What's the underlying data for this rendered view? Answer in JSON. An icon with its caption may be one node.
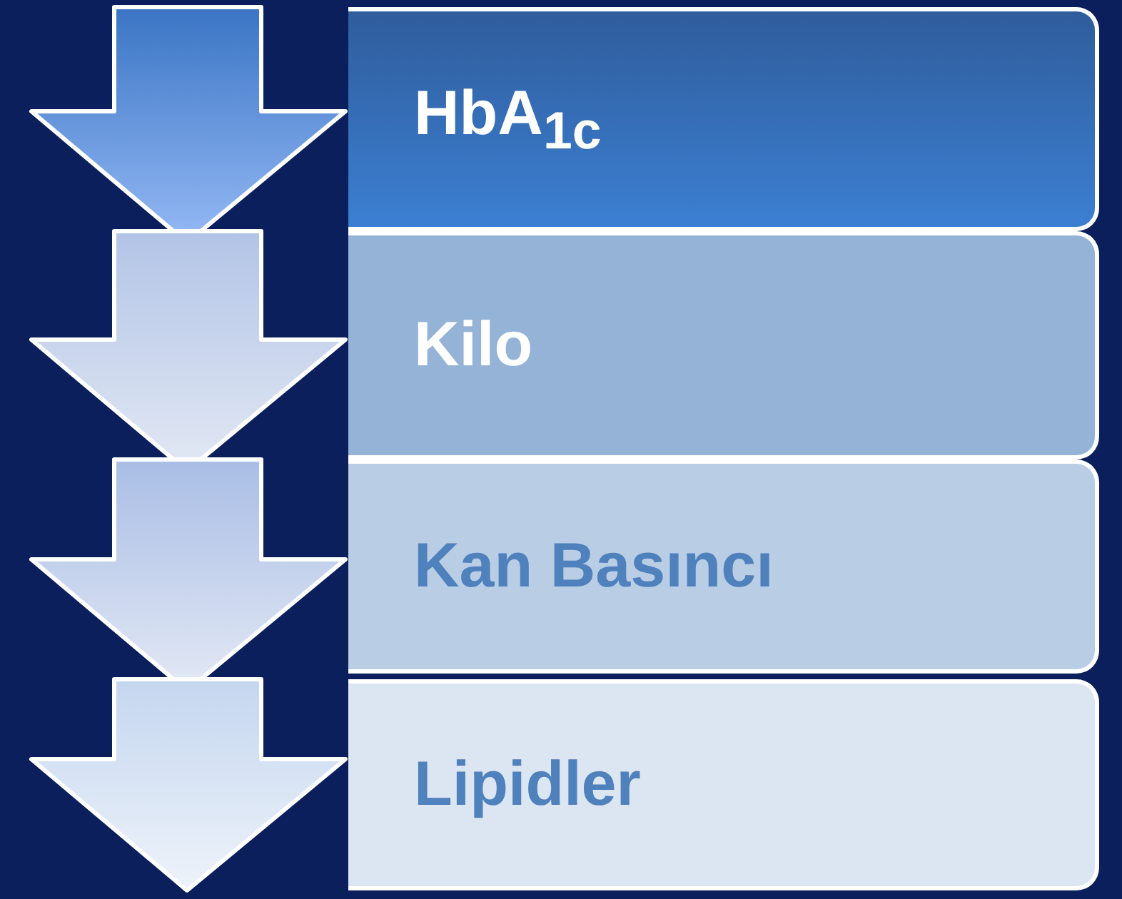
{
  "diagram": {
    "nodes": [
      {
        "text": [
          "HbA$_{1c}$"
        ]
      },
      {
        "text": [
          "Kilo"
        ]
      },
      {
        "text": [
          "Kan Basıncı"
        ]
      },
      {
        "text": [
          "Lipidler"
        ]
      }
    ],
    "edges": [
      {
        "from": 0,
        "to": 1,
        "arrow": "to"
      },
      {
        "from": 1,
        "to": 2,
        "arrow": "to"
      },
      {
        "from": 2,
        "to": 3,
        "arrow": "to"
      },
      {
        "from": 3,
        "to": null,
        "arrow": "to"
      }
    ]
  }
}
